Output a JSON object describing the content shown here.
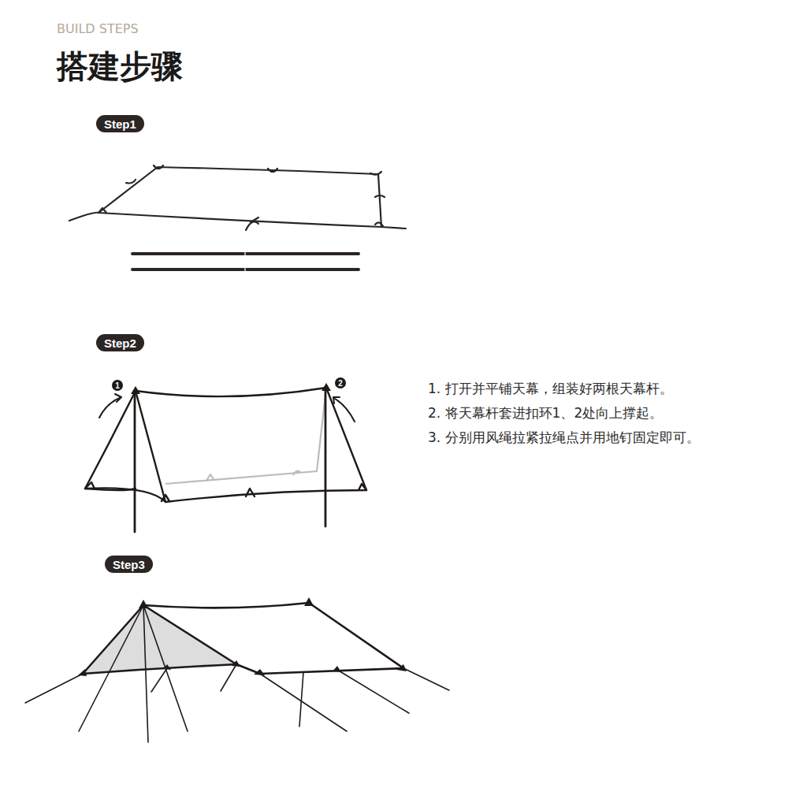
{
  "diagram": {
    "title": "搭建步骤",
    "nodes": [
      {
        "text": [
          "Step1"
        ]
      },
      {
        "text": [
          "Step2"
        ]
      },
      {
        "text": [
          "1"
        ]
      },
      {
        "text": [
          "2"
        ]
      },
      {
        "text": [
          "Step3"
        ]
      }
    ],
    "labels": [
      "BUILD STEPS",
      "1. 打开并平铺天幕，组装好两根天幕杆。",
      "2. 将天幕杆套进扣环1、2处向上撑起。",
      "3. 分别用风绳拉紧拉绳点并用地钉固定即可。"
    ]
  }
}
